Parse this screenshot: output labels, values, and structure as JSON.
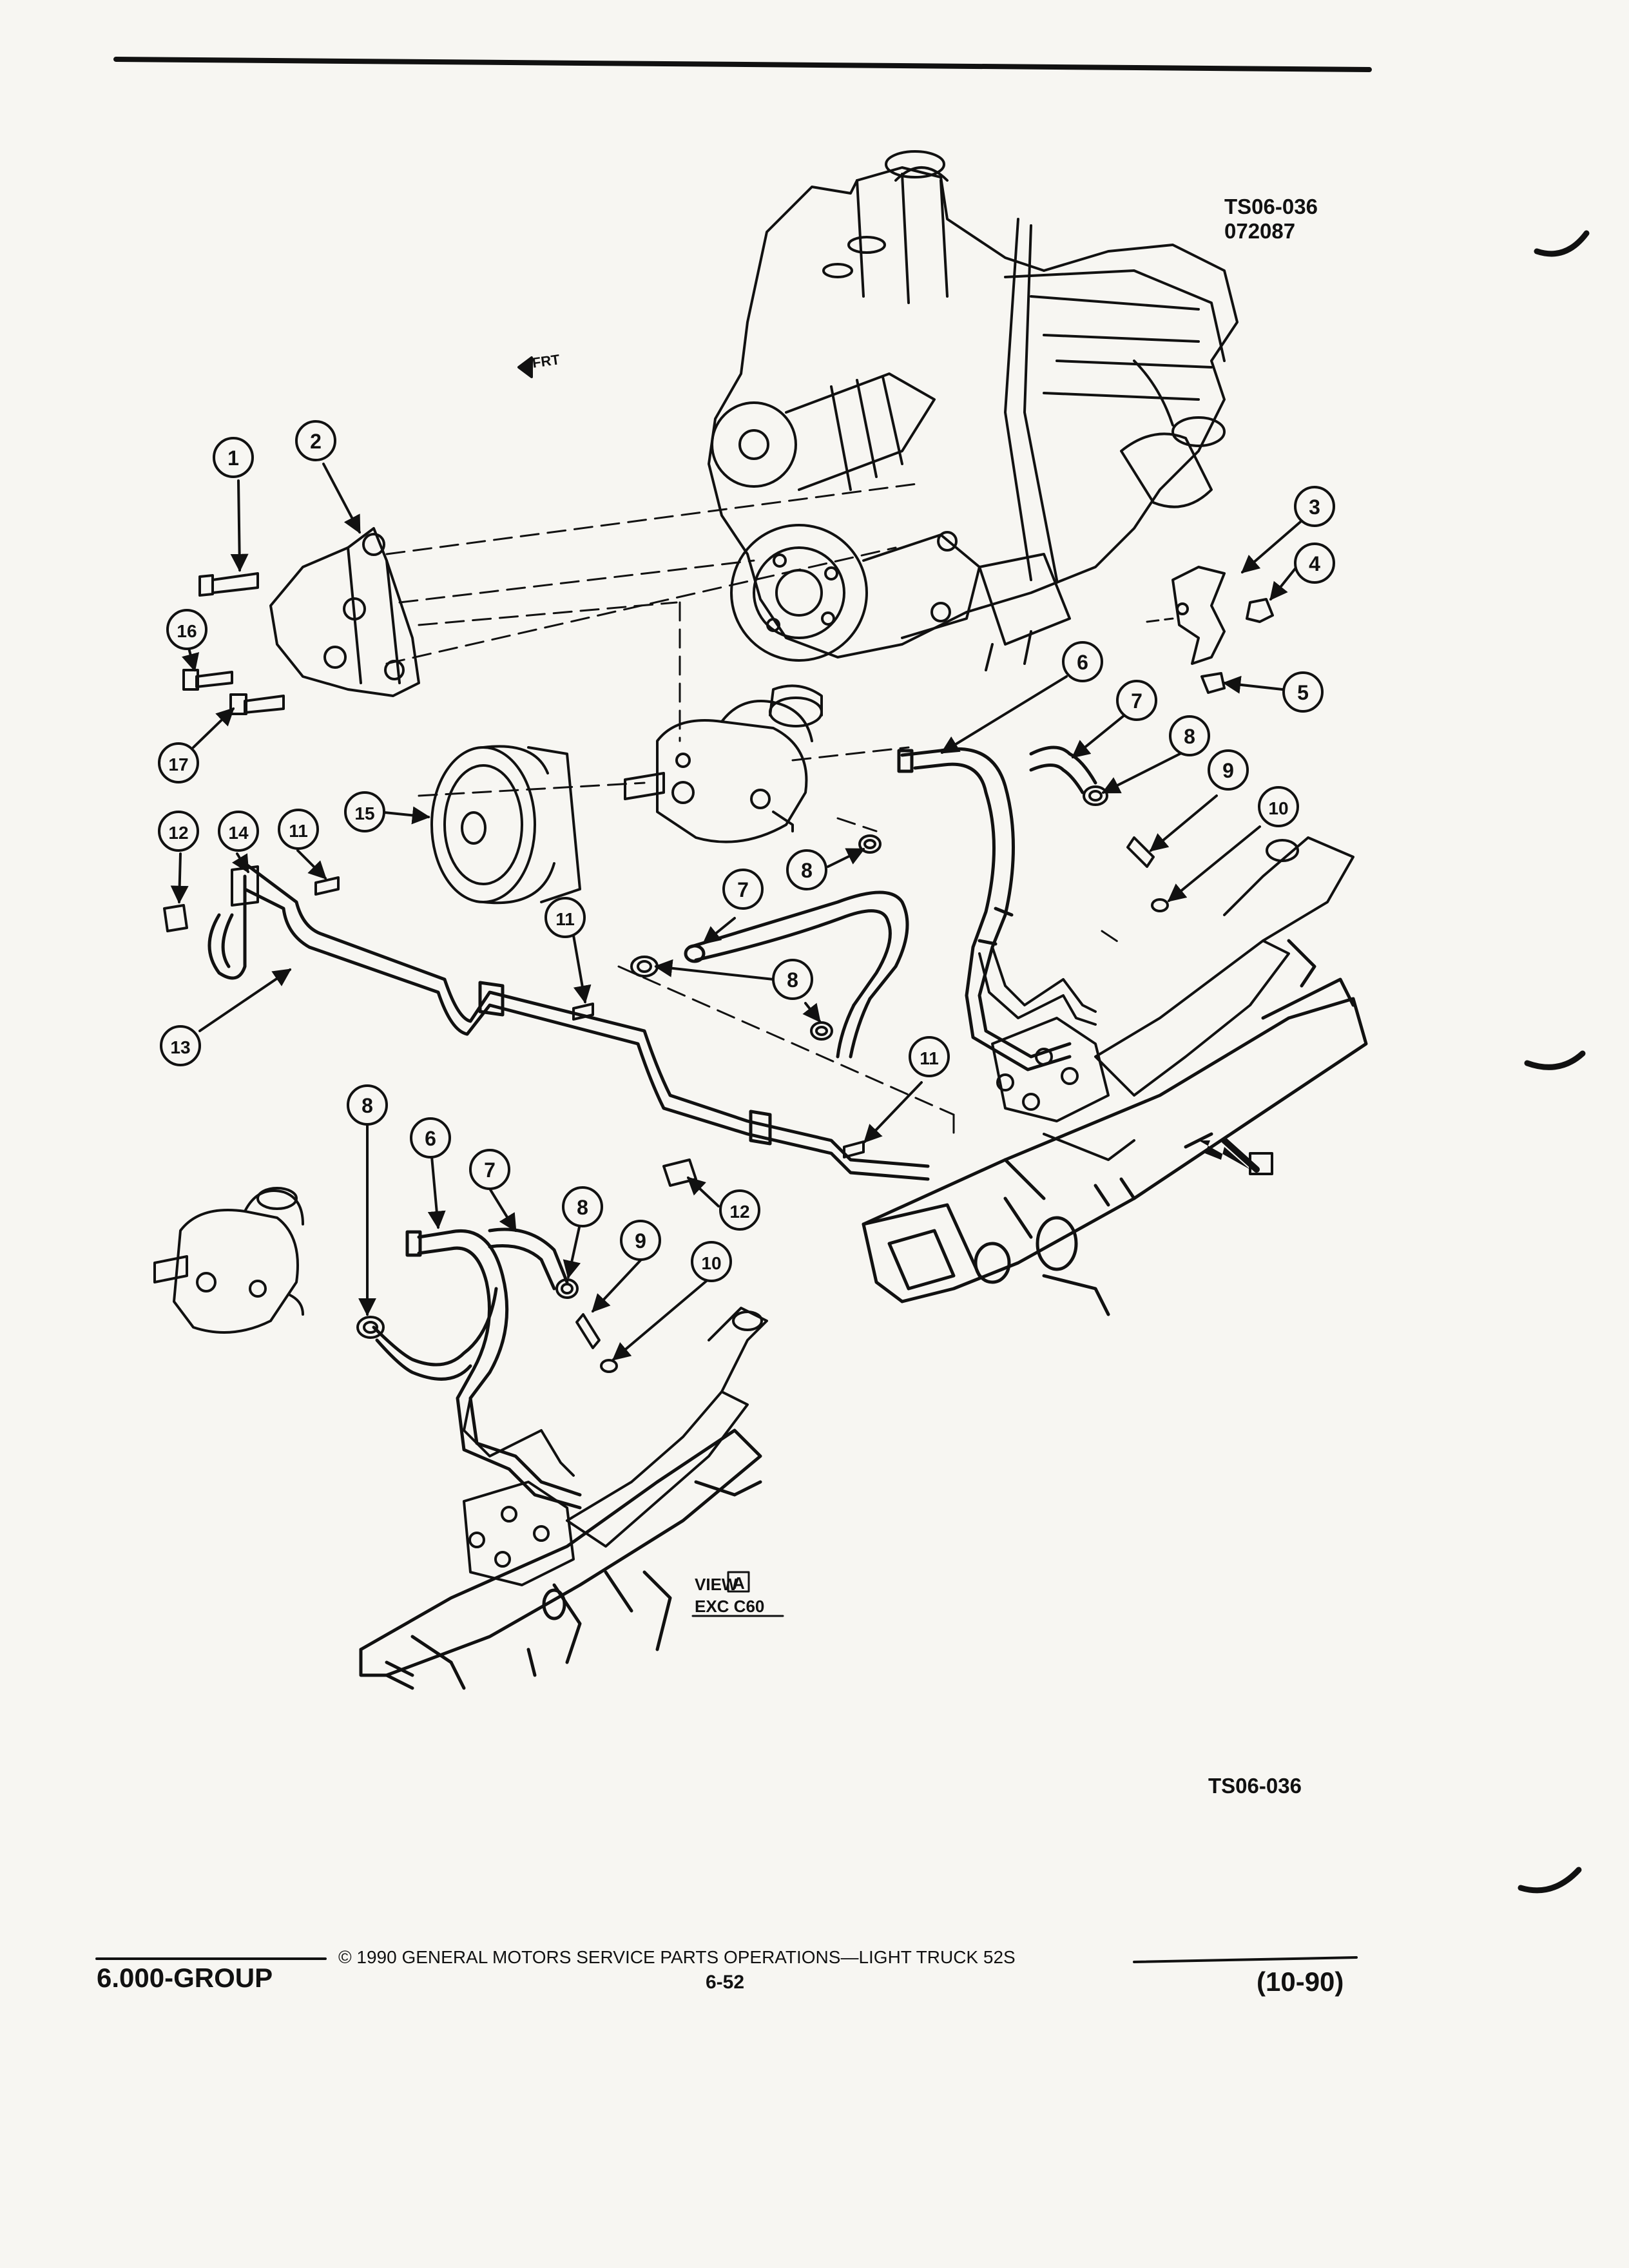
{
  "figure": {
    "id_line1": "TS06-036",
    "id_line2": "072087",
    "bottom_id": "TS06-036",
    "front_label": "FRT",
    "view_label": "VIEW",
    "view_letter": "A",
    "view_note": "EXC C60",
    "callout_upper": [
      "1",
      "2",
      "3",
      "4",
      "5",
      "16",
      "17",
      "6",
      "7",
      "8",
      "9",
      "10",
      "15",
      "12",
      "14",
      "11",
      "7",
      "8",
      "11",
      "8",
      "13",
      "11",
      "12"
    ],
    "callout_lower": [
      "8",
      "6",
      "7",
      "8",
      "9",
      "10"
    ]
  },
  "footer": {
    "group": "6.000-GROUP",
    "copyright": "© 1990  GENERAL MOTORS SERVICE PARTS OPERATIONS—LIGHT TRUCK 52S",
    "page": "6-52",
    "date_code": "(10-90)"
  },
  "colors": {
    "ink": "#111111",
    "paper": "#f7f6f2"
  }
}
